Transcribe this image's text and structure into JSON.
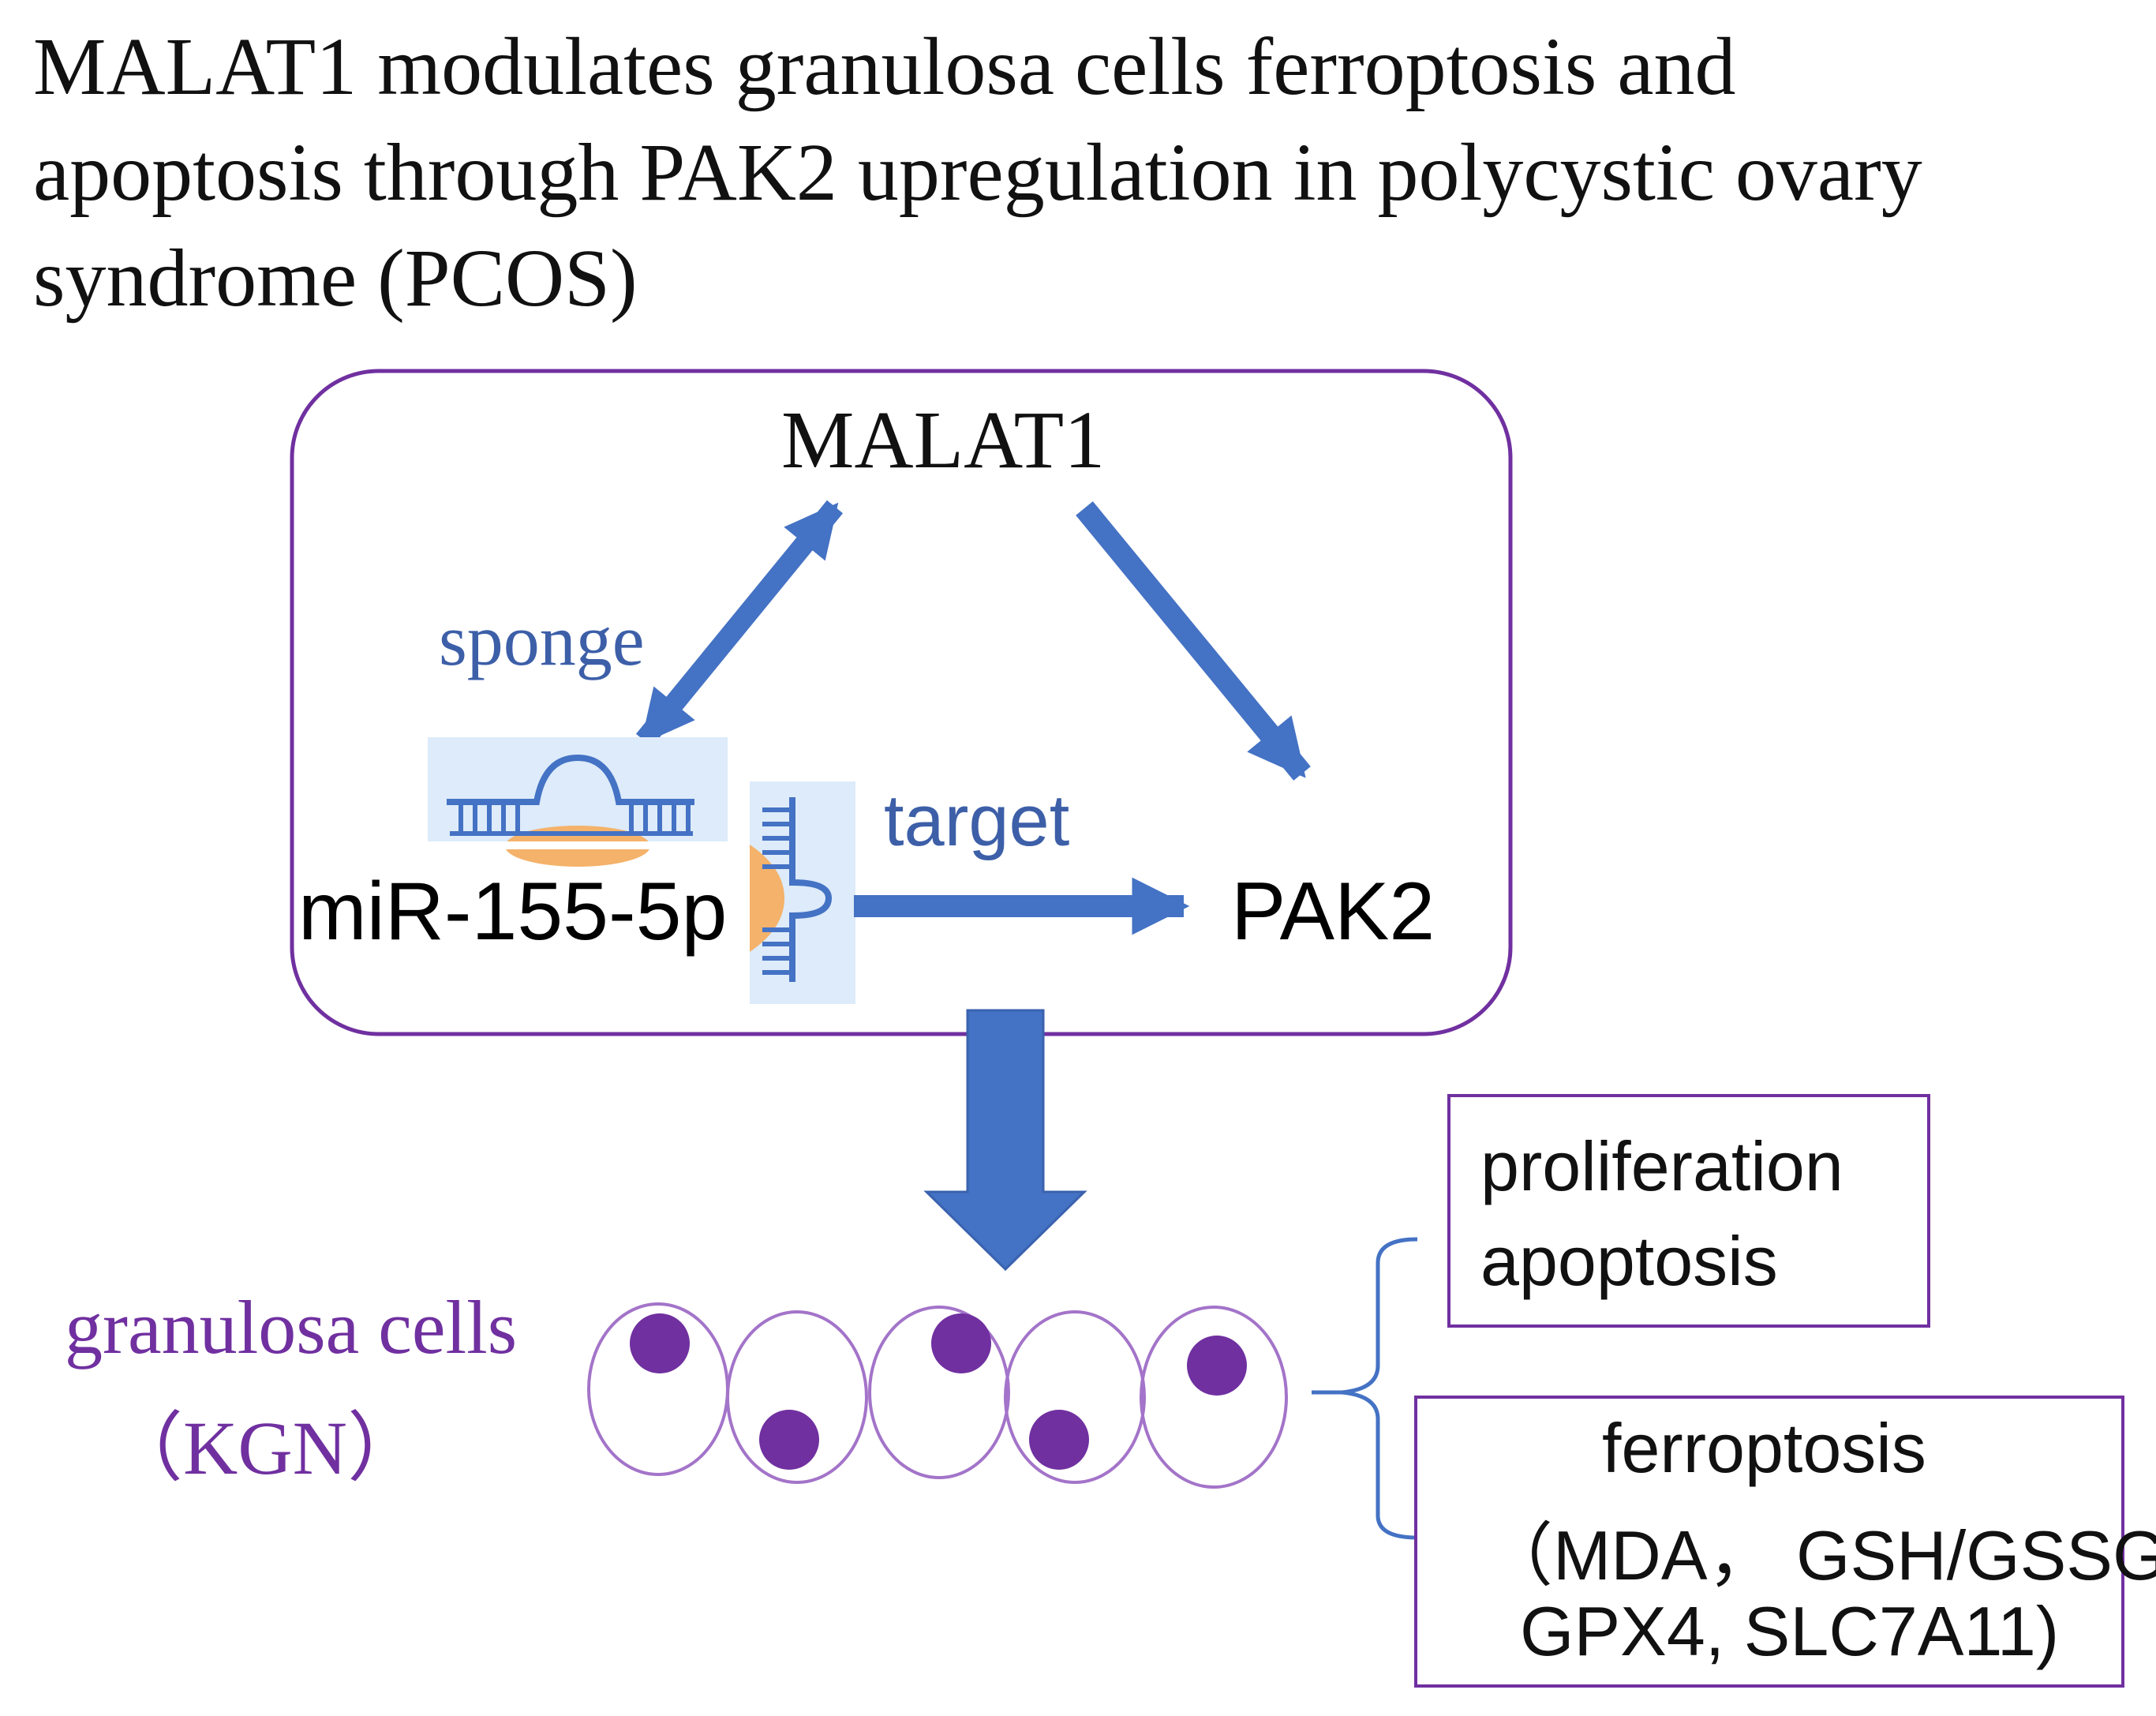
{
  "title": {
    "lines": [
      "MALAT1 modulates granulosa cells ferroptosis and",
      "apoptosis through PAK2 upregulation in polycystic ovary",
      "syndrome (PCOS)"
    ]
  },
  "network": {
    "malat1": "MALAT1",
    "sponge": "sponge",
    "target": "target",
    "mirna": "miR-155-5p",
    "pak2": "PAK2"
  },
  "cells": {
    "label_line1": "granulosa cells",
    "label_line2": "（KGN）",
    "count": 5
  },
  "outcomes": {
    "box1": [
      "proliferation",
      "apoptosis"
    ],
    "box2": [
      "ferroptosis",
      "（MDA， GSH/GSSG,",
      "GPX4, SLC7A11)"
    ]
  },
  "colors": {
    "arrow_blue": "#4472C4",
    "label_blue": "#3D5FA8",
    "purple": "#7030A0",
    "light_blue_bg": "#DDEBFA",
    "orange": "#F4B26A",
    "cell_outline": "#A374C9"
  }
}
